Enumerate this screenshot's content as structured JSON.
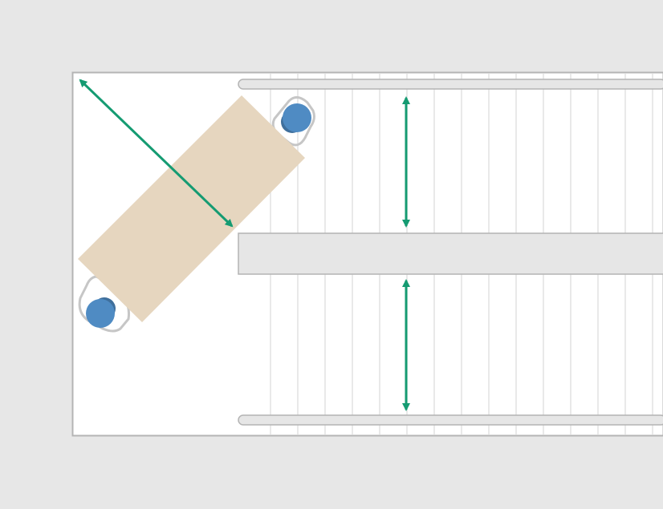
{
  "diagram": {
    "type": "stair-turn-clearance",
    "colors": {
      "background": "#e7e7e7",
      "landing_fill": "#ffffff",
      "outline": "#b4b4b4",
      "handrail_fill": "#e6e6e6",
      "tread_line": "#e2e2e2",
      "stretcher_fill": "#e6d6bf",
      "wheel_front": "#4f8bc3",
      "wheel_back": "#3f6f9c",
      "wheel_track": "#c6c6c6",
      "dimension_arrow": "#159b72"
    },
    "stretcher": {
      "shape": "rectangle",
      "orientation": "diagonal"
    },
    "wheels": [
      {
        "name": "upper-wheel"
      },
      {
        "name": "lower-wheel"
      }
    ],
    "dimension_arrows": [
      {
        "name": "diagonal-clearance-arrow",
        "kind": "double-headed"
      },
      {
        "name": "upper-flight-width-arrow",
        "kind": "double-headed"
      },
      {
        "name": "lower-flight-width-arrow",
        "kind": "double-headed"
      }
    ],
    "flights": [
      {
        "name": "upper-flight"
      },
      {
        "name": "lower-flight"
      }
    ],
    "labels": []
  }
}
